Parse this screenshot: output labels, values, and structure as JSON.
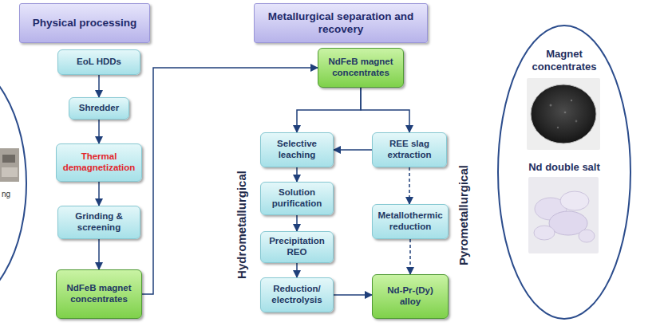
{
  "diagram": {
    "nodes": [
      {
        "text": [
          "ng"
        ]
      },
      {
        "text": [
          "Physical processing"
        ]
      },
      {
        "text": [
          "Metallurgical separation and recovery"
        ]
      },
      {
        "text": [
          "EoL HDDs"
        ]
      },
      {
        "text": [
          "Shredder"
        ]
      },
      {
        "text": [
          "Thermal demagnetization"
        ]
      },
      {
        "text": [
          "Grinding & screening"
        ]
      },
      {
        "text": [
          "NdFeB magnet concentrates"
        ]
      },
      {
        "text": [
          "NdFeB magnet concentrates"
        ]
      },
      {
        "text": [
          "Selective leaching"
        ]
      },
      {
        "text": [
          "REE slag extraction"
        ]
      },
      {
        "text": [
          "Solution purification"
        ]
      },
      {
        "text": [
          "Metallothermic reduction"
        ]
      },
      {
        "text": [
          "Precipitation REO"
        ]
      },
      {
        "text": [
          "Reduction/ electrolysis"
        ]
      },
      {
        "text": [
          "Nd-Pr-(Dy) alloy"
        ]
      },
      {
        "text": [
          "Magnet concentrates",
          "Nd double salt"
        ]
      }
    ],
    "edges": [
      {
        "from": 3,
        "to": 4,
        "arrow": "to"
      },
      {
        "from": 4,
        "to": 5,
        "arrow": "to"
      },
      {
        "from": 5,
        "to": 6,
        "arrow": "to"
      },
      {
        "from": 6,
        "to": 7,
        "arrow": "to"
      },
      {
        "from": 7,
        "to": 8,
        "arrow": "to"
      },
      {
        "from": 8,
        "to": 9,
        "arrow": "to"
      },
      {
        "from": 8,
        "to": 10,
        "arrow": "to"
      },
      {
        "from": 10,
        "to": 9,
        "arrow": "to"
      },
      {
        "from": 9,
        "to": 11,
        "arrow": "to"
      },
      {
        "from": 11,
        "to": 13,
        "arrow": "to"
      },
      {
        "from": 13,
        "to": 14,
        "arrow": "to"
      },
      {
        "from": 14,
        "to": 15,
        "arrow": "to"
      },
      {
        "from": 10,
        "to": 12,
        "arrow": "to"
      },
      {
        "from": 12,
        "to": 15,
        "arrow": "to"
      }
    ],
    "labels": [
      "Hydrometallurgical",
      "Pyrometallurgical"
    ]
  }
}
